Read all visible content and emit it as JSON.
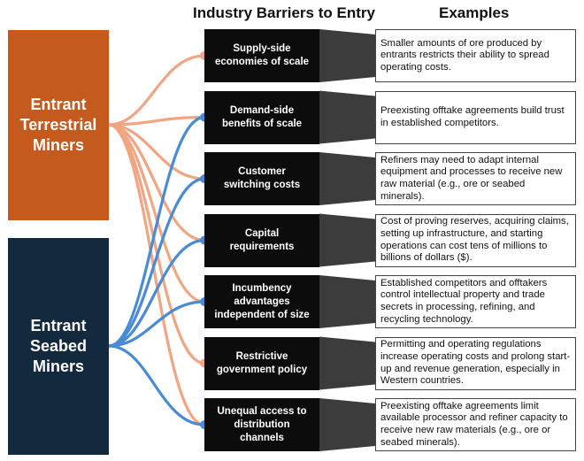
{
  "headers": {
    "barriers": "Industry Barriers to Entry",
    "examples": "Examples"
  },
  "entrants": {
    "terrestrial": [
      "Entrant",
      "Terrestrial",
      "Miners"
    ],
    "seabed": [
      "Entrant",
      "Seabed",
      "Miners"
    ]
  },
  "colors": {
    "terrestrial": "#c55a1f",
    "seabed": "#13293d",
    "terrestrial_link": "#f0a583",
    "seabed_link": "#4a8bd6",
    "barrier_box": "#0c0c0c"
  },
  "barriers": [
    {
      "label": [
        "Supply-side",
        "economies of scale"
      ],
      "example": "Smaller amounts of ore produced by entrants restricts their ability to spread operating costs.",
      "terrestrial": true,
      "seabed": false
    },
    {
      "label": [
        "Demand-side",
        "benefits of scale"
      ],
      "example": "Preexisting offtake agreements build trust in established competitors.",
      "terrestrial": true,
      "seabed": true
    },
    {
      "label": [
        "Customer",
        "switching costs"
      ],
      "example": "Refiners may need to adapt internal equipment and processes to receive new raw material (e.g., ore or seabed minerals).",
      "terrestrial": true,
      "seabed": true
    },
    {
      "label": [
        "Capital",
        "requirements"
      ],
      "example": "Cost of proving reserves, acquiring claims, setting up infrastructure, and starting operations can cost tens of millions to billions of dollars ($).",
      "terrestrial": true,
      "seabed": true
    },
    {
      "label": [
        "Incumbency",
        "advantages",
        "independent of size"
      ],
      "example": "Established competitors and offtakers control intellectual property and trade secrets in processing, refining, and recycling technology.",
      "terrestrial": true,
      "seabed": true
    },
    {
      "label": [
        "Restrictive",
        "government policy"
      ],
      "example": "Permitting and operating regulations increase operating costs and prolong start-up and revenue generation, especially in Western countries.",
      "terrestrial": true,
      "seabed": false
    },
    {
      "label": [
        "Unequal access to",
        "distribution",
        "channels"
      ],
      "example": "Preexisting offtake agreements limit available processor and refiner capacity to receive new raw materials (e.g., ore or seabed minerals).",
      "terrestrial": true,
      "seabed": true
    }
  ]
}
